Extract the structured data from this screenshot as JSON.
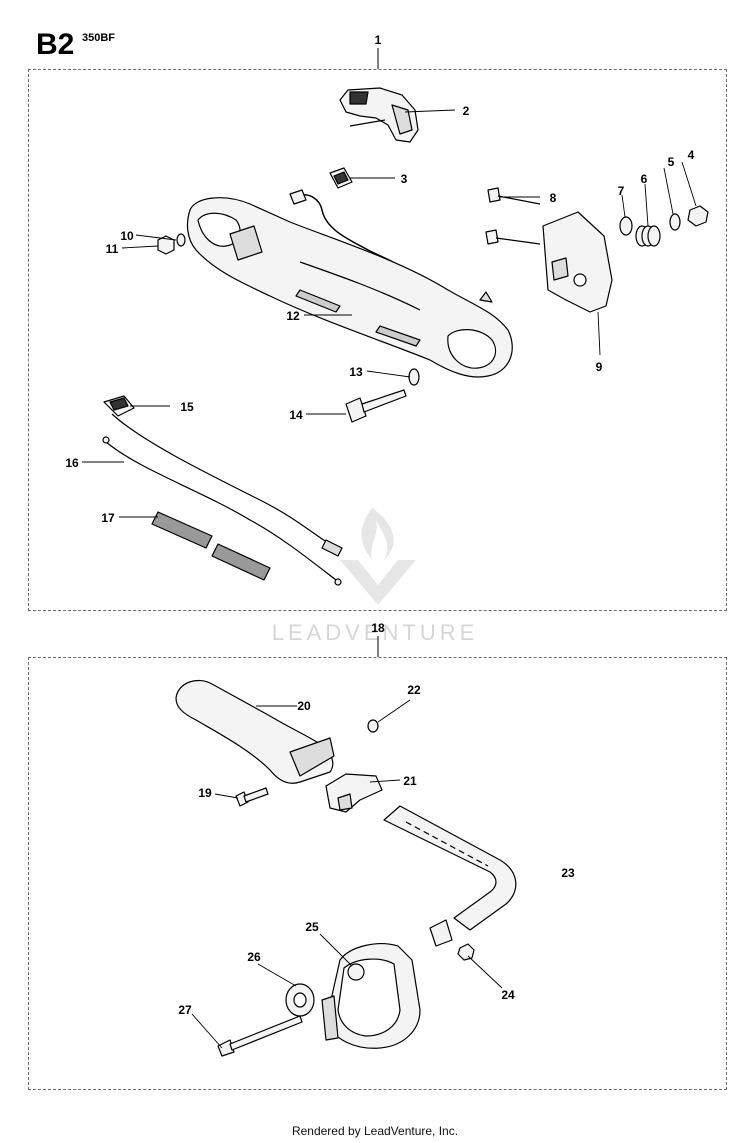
{
  "header": {
    "section": "B2",
    "model": "350BF"
  },
  "groups": [
    {
      "number": "1"
    },
    {
      "number": "18"
    }
  ],
  "callouts": [
    "2",
    "3",
    "4",
    "5",
    "6",
    "7",
    "8",
    "9",
    "10",
    "11",
    "12",
    "13",
    "14",
    "15",
    "16",
    "17",
    "19",
    "20",
    "21",
    "22",
    "23",
    "24",
    "25",
    "26",
    "27"
  ],
  "watermark": {
    "text": "LEADVENTURE"
  },
  "footer": {
    "text": "Rendered by LeadVenture, Inc."
  },
  "colors": {
    "line": "#000000",
    "frame": "#6a6a6a",
    "part_fill": "#f4f4f4",
    "watermark": "#d6d6d6"
  }
}
